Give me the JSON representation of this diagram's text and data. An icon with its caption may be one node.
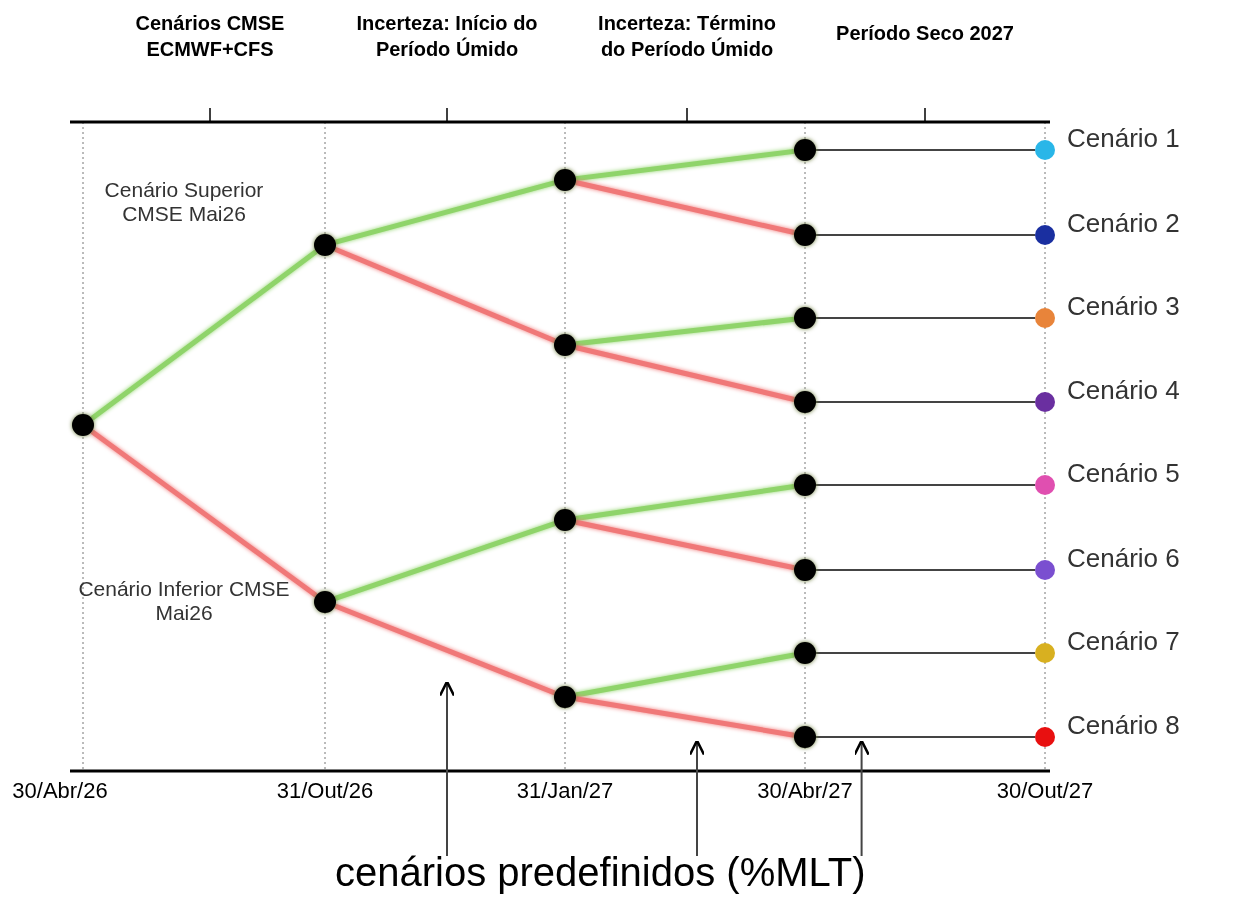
{
  "diagram": {
    "nodes": [
      {
        "text": [],
        "shape": "circle"
      },
      {
        "text": [],
        "shape": "circle",
        "beside": [
          "Cenário Superior CMSE Mai26"
        ]
      },
      {
        "text": [],
        "shape": "circle",
        "beside": [
          "Cenário Inferior CMSE Mai26"
        ]
      },
      {
        "text": [],
        "shape": "circle"
      },
      {
        "text": [],
        "shape": "circle"
      },
      {
        "text": [],
        "shape": "circle"
      },
      {
        "text": [],
        "shape": "circle"
      },
      {
        "text": [],
        "shape": "circle"
      },
      {
        "text": [],
        "shape": "circle"
      },
      {
        "text": [],
        "shape": "circle"
      },
      {
        "text": [],
        "shape": "circle"
      },
      {
        "text": [],
        "shape": "circle"
      },
      {
        "text": [],
        "shape": "circle"
      },
      {
        "text": [],
        "shape": "circle"
      },
      {
        "text": [],
        "shape": "circle"
      },
      {
        "text": [],
        "shape": "circle",
        "beside": [
          "Cenário 1"
        ]
      },
      {
        "text": [],
        "shape": "circle",
        "beside": [
          "Cenário 2"
        ]
      },
      {
        "text": [],
        "shape": "circle",
        "beside": [
          "Cenário 3"
        ]
      },
      {
        "text": [],
        "shape": "circle",
        "beside": [
          "Cenário 4"
        ]
      },
      {
        "text": [],
        "shape": "circle",
        "beside": [
          "Cenário 5"
        ]
      },
      {
        "text": [],
        "shape": "circle",
        "beside": [
          "Cenário 6"
        ]
      },
      {
        "text": [],
        "shape": "circle",
        "beside": [
          "Cenário 7"
        ]
      },
      {
        "text": [],
        "shape": "circle",
        "beside": [
          "Cenário 8"
        ]
      },
      {
        "text": [
          "cenários predefinidos (%MLT)"
        ]
      }
    ],
    "edges": [
      {
        "from": 0,
        "to": 1,
        "arrow": "none",
        "color": "#8fd46a"
      },
      {
        "from": 0,
        "to": 2,
        "arrow": "none",
        "color": "#f07878"
      },
      {
        "from": 1,
        "to": 3,
        "arrow": "none",
        "color": "#8fd46a"
      },
      {
        "from": 1,
        "to": 4,
        "arrow": "none",
        "color": "#f07878"
      },
      {
        "from": 2,
        "to": 5,
        "arrow": "none",
        "color": "#8fd46a"
      },
      {
        "from": 2,
        "to": 6,
        "arrow": "none",
        "color": "#f07878"
      },
      {
        "from": 3,
        "to": 7,
        "arrow": "none",
        "color": "#8fd46a"
      },
      {
        "from": 3,
        "to": 8,
        "arrow": "none",
        "color": "#f07878"
      },
      {
        "from": 4,
        "to": 9,
        "arrow": "none",
        "color": "#8fd46a"
      },
      {
        "from": 4,
        "to": 10,
        "arrow": "none",
        "color": "#f07878"
      },
      {
        "from": 5,
        "to": 11,
        "arrow": "none",
        "color": "#8fd46a"
      },
      {
        "from": 5,
        "to": 12,
        "arrow": "none",
        "color": "#f07878"
      },
      {
        "from": 6,
        "to": 13,
        "arrow": "none",
        "color": "#8fd46a"
      },
      {
        "from": 6,
        "to": 14,
        "arrow": "none",
        "color": "#f07878"
      },
      {
        "from": 7,
        "to": 15,
        "arrow": "none"
      },
      {
        "from": 8,
        "to": 16,
        "arrow": "none"
      },
      {
        "from": 9,
        "to": 17,
        "arrow": "none"
      },
      {
        "from": 10,
        "to": 18,
        "arrow": "none"
      },
      {
        "from": 11,
        "to": 19,
        "arrow": "none"
      },
      {
        "from": 12,
        "to": 20,
        "arrow": "none"
      },
      {
        "from": 13,
        "to": 21,
        "arrow": "none"
      },
      {
        "from": 14,
        "to": 22,
        "arrow": "none"
      },
      {
        "from": 23,
        "to": null,
        "arrow": "to"
      },
      {
        "from": 23,
        "to": null,
        "arrow": "to"
      },
      {
        "from": 23,
        "to": null,
        "arrow": "to"
      }
    ],
    "labels": [
      "Cenários CMSE ECMWF+CFS",
      "Incerteza: Início do Período Úmido",
      "Incerteza: Término do Período Úmido",
      "Período Seco 2027",
      "30/Abr/26",
      "31/Out/26",
      "31/Jan/27",
      "30/Abr/27",
      "30/Out/27"
    ]
  }
}
